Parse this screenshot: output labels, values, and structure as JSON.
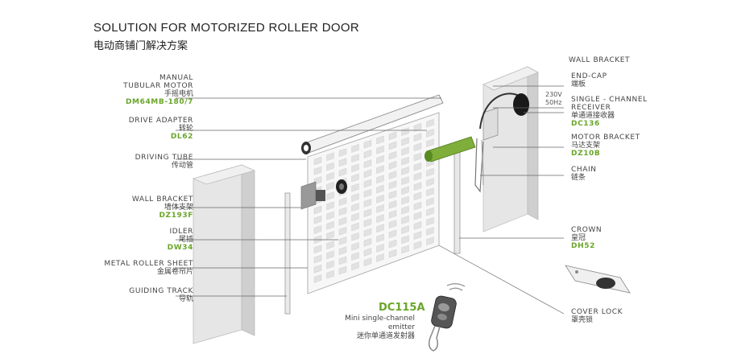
{
  "title": {
    "en": "SOLUTION FOR MOTORIZED ROLLER DOOR",
    "cn": "电动商铺门解决方案"
  },
  "left_labels": [
    {
      "lines": [
        "MANUAL",
        "TUBULAR MOTOR",
        "手摇电机"
      ],
      "code": "DM64MB-180/7"
    },
    {
      "lines": [
        "DRIVE ADAPTER",
        "转轮"
      ],
      "code": "DL62"
    },
    {
      "lines": [
        "DRIVING TUBE",
        "传动管"
      ],
      "code": ""
    },
    {
      "lines": [
        "WALL BRACKET",
        "墙体支架"
      ],
      "code": "DZ193F"
    },
    {
      "lines": [
        "IDLER",
        "尾插"
      ],
      "code": "DW34"
    },
    {
      "lines": [
        "METAL ROLLER SHEET",
        "金属卷帘片"
      ],
      "code": ""
    },
    {
      "lines": [
        "GUIDING TRACK",
        "导轨"
      ],
      "code": ""
    }
  ],
  "right_labels": [
    {
      "lines": [
        "WALL BRACKET"
      ],
      "code": ""
    },
    {
      "lines": [
        "END-CAP",
        "端板"
      ],
      "code": ""
    },
    {
      "lines": [
        "SINGLE - CHANNEL",
        "RECEIVER",
        "单通道接收器"
      ],
      "code": "DC136"
    },
    {
      "lines": [
        "MOTOR BRACKET",
        "马达支架"
      ],
      "code": "DZ10B"
    },
    {
      "lines": [
        "CHAIN",
        "链条"
      ],
      "code": ""
    },
    {
      "lines": [
        "CROWN",
        "皇冠"
      ],
      "code": "DH52"
    },
    {
      "lines": [
        "COVER LOCK",
        "罩壳锁"
      ],
      "code": ""
    }
  ],
  "voltage": {
    "v": "230V",
    "hz": "50Hz"
  },
  "remote": {
    "code": "DC115A",
    "lines": [
      "Mini single-channel",
      "emitter",
      "迷你单通道发射器"
    ]
  },
  "colors": {
    "accent": "#6aa62a",
    "text": "#444444",
    "wall": "#dcdcdc"
  }
}
